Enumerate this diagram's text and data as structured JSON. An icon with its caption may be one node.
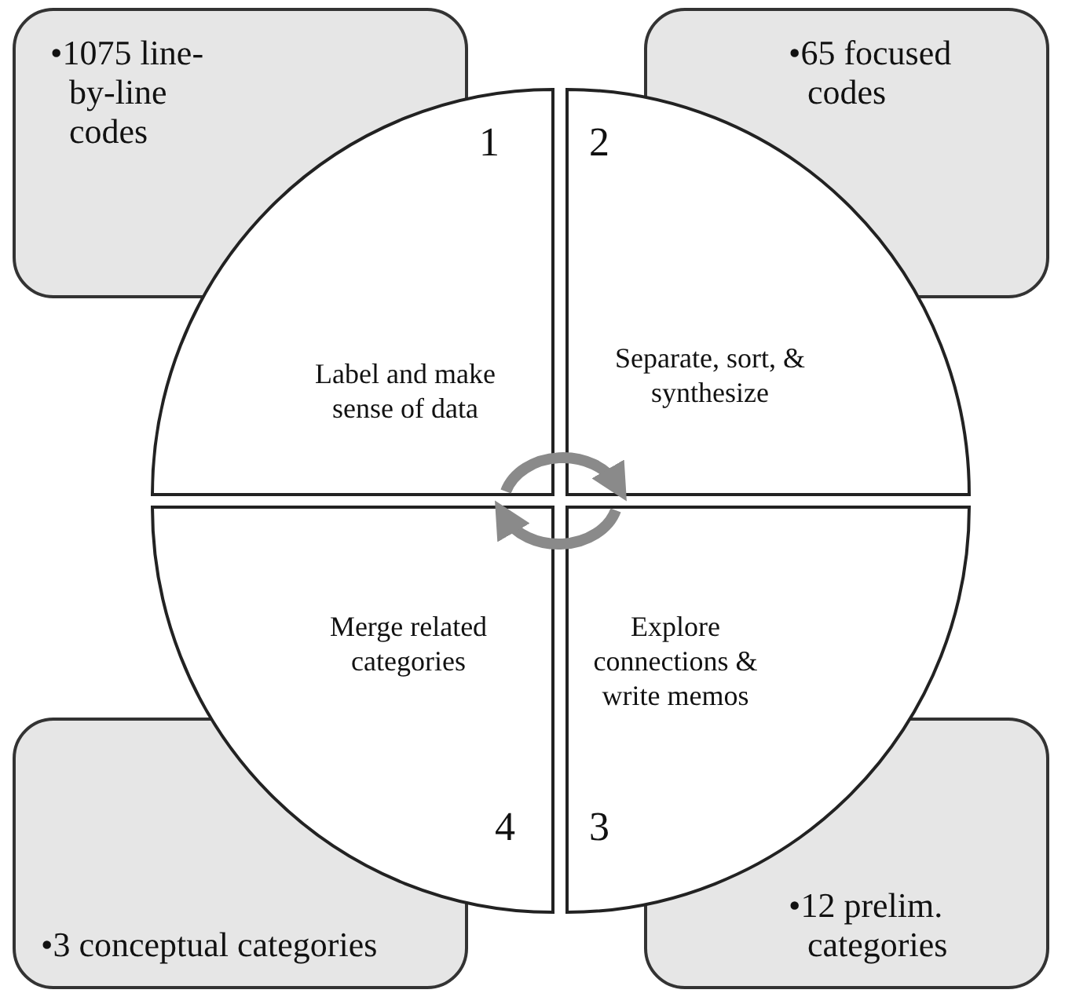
{
  "diagram": {
    "nodes": [
      {
        "text": [
          "•1075 line-by-line codes"
        ]
      },
      {
        "text": [
          "•65 focused codes"
        ]
      },
      {
        "text": [
          "1",
          "Label and make sense of data"
        ]
      },
      {
        "text": [
          "2",
          "Separate, sort, & synthesize"
        ]
      },
      {
        "text": [
          "Merge related categories",
          "4"
        ]
      },
      {
        "text": [
          "Explore connections & write memos",
          "3"
        ]
      },
      {
        "text": [
          "•3 conceptual categories"
        ]
      },
      {
        "text": [
          "•12 prelim. categories"
        ]
      }
    ],
    "edges": [
      {
        "from": 2,
        "to": 3,
        "arrow": "to"
      },
      {
        "from": 5,
        "to": 4,
        "arrow": "to"
      }
    ]
  }
}
